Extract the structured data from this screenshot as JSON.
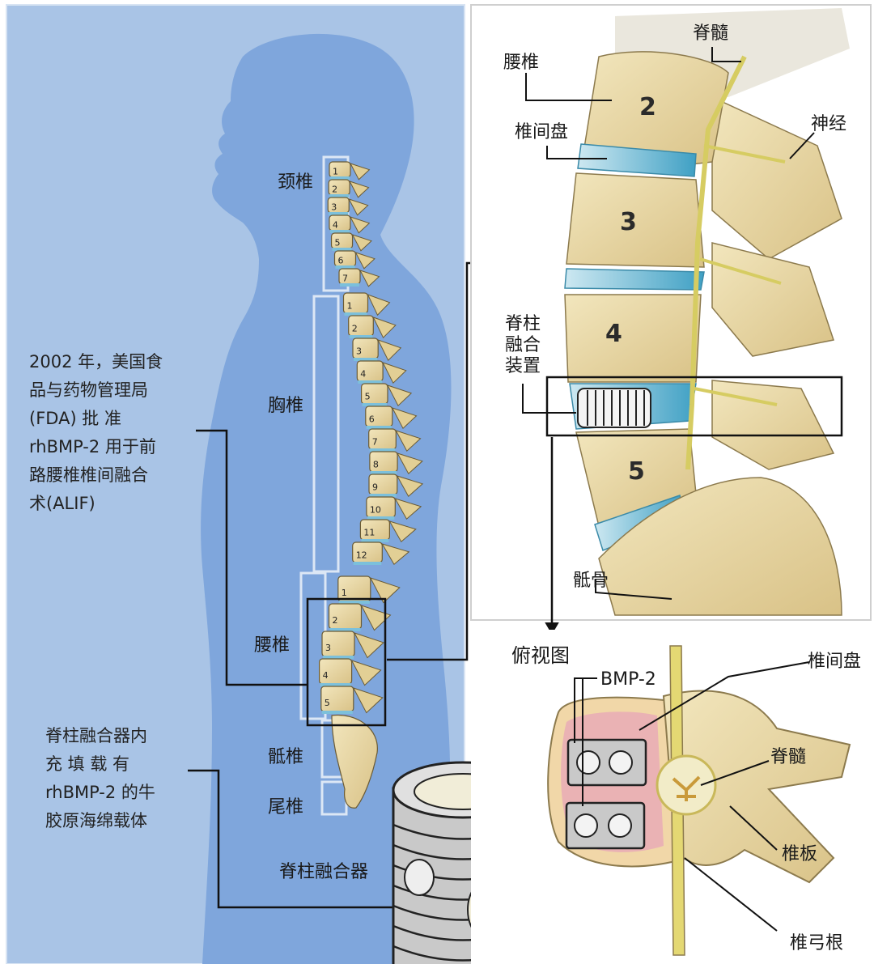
{
  "body_panel": {
    "labels": {
      "cervical": "颈椎",
      "thoracic": "胸椎",
      "lumbar": "腰椎",
      "sacral": "骶椎",
      "coccyx": "尾椎",
      "cage": "脊柱融合器"
    },
    "note_fda": "2002 年，美国食\n品与药物管理局\n(FDA) 批 准\nrhBMP-2 用于前\n路腰椎椎间融合\n术(ALIF)",
    "note_cage": "脊柱融合器内\n充 填 载 有\nrhBMP-2 的牛\n胶原海绵载体",
    "cervical_numbers": [
      "1",
      "2",
      "3",
      "4",
      "5",
      "6",
      "7"
    ],
    "thoracic_numbers": [
      "1",
      "2",
      "3",
      "4",
      "5",
      "6",
      "7",
      "8",
      "9",
      "10",
      "11",
      "12"
    ],
    "lumbar_numbers": [
      "1",
      "2",
      "3",
      "4",
      "5"
    ]
  },
  "detail_panel": {
    "labels": {
      "spinal_cord": "脊髓",
      "lumbar": "腰椎",
      "disc": "椎间盘",
      "nerve": "神经",
      "fusion_device": "脊柱\n融合\n装置",
      "sacrum": "骶骨"
    },
    "vertebra_numbers": [
      "2",
      "3",
      "4",
      "5"
    ]
  },
  "top_view_panel": {
    "labels": {
      "title": "俯视图",
      "bmp2": "BMP-2",
      "disc": "椎间盘",
      "spinal_cord": "脊髓",
      "lamina": "椎板",
      "pedicle": "椎弓根"
    }
  },
  "colors": {
    "panel_blue": "#a9c4e6",
    "body_blue": "#7fa6dc",
    "bone": "#e9d9a3",
    "disc": "#6fb8d6"
  }
}
